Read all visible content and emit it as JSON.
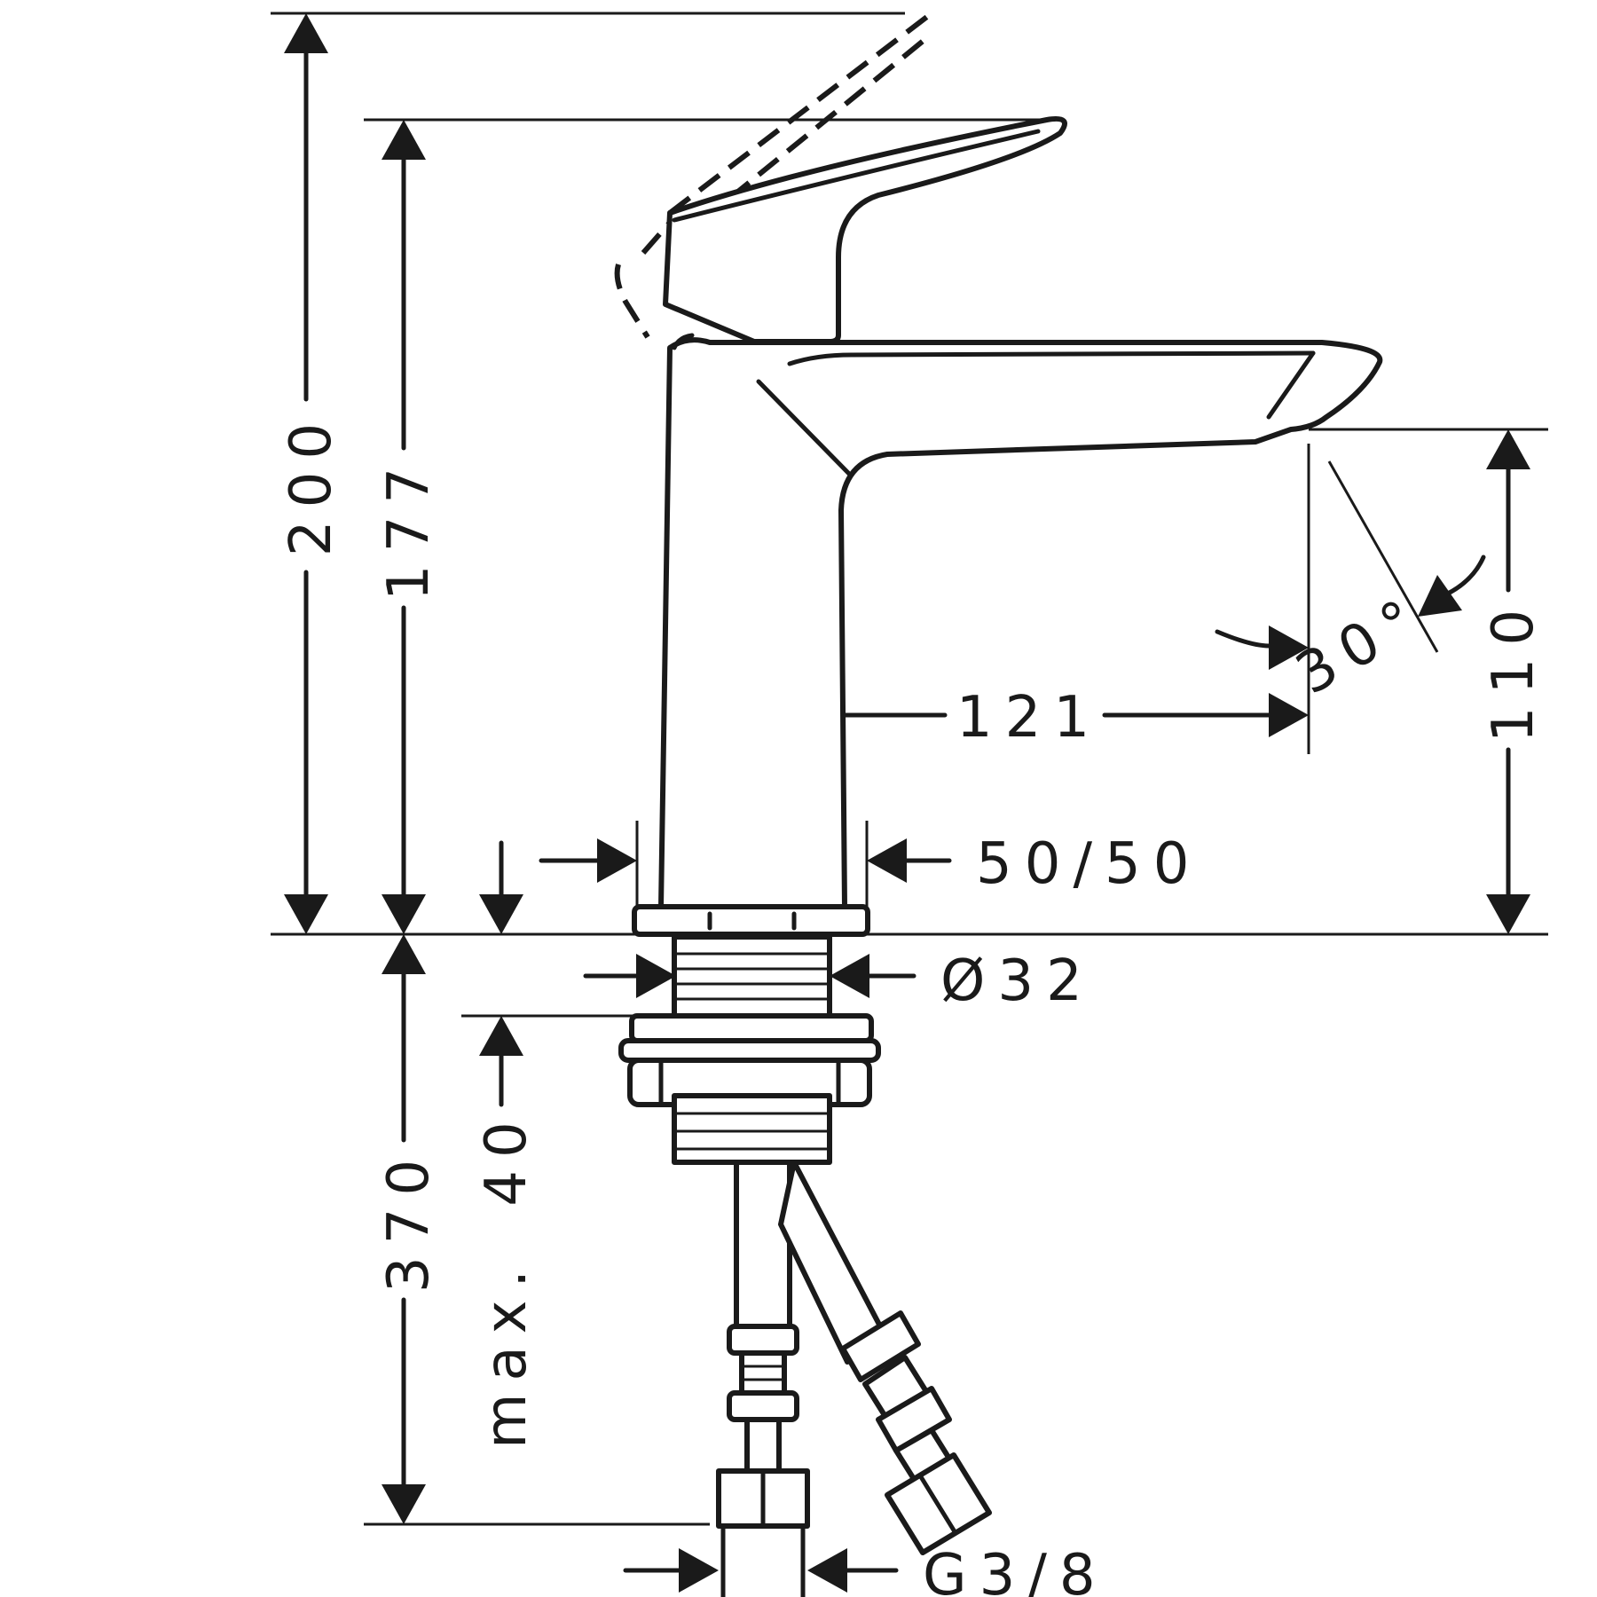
{
  "dimensions": {
    "total_height": "200",
    "lever_height": "177",
    "spout_height": "110",
    "spout_reach": "121",
    "angle": "30°",
    "base_width": "50/50",
    "shank_diameter": "Ø32",
    "max_deck_thickness_prefix": "max.",
    "max_deck_thickness": "40",
    "hose_length": "370",
    "connection_thread": "G3/8"
  },
  "colors": {
    "line": "#1a1a1a",
    "background": "#ffffff"
  }
}
